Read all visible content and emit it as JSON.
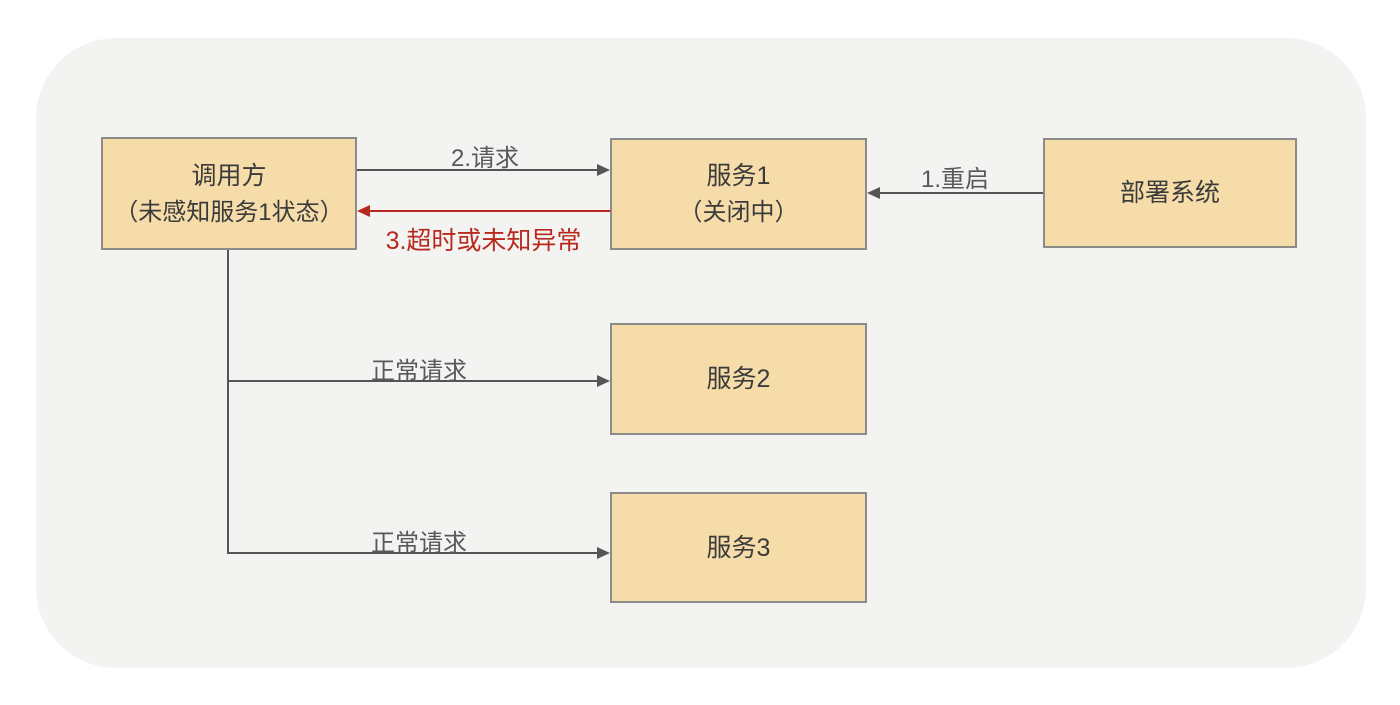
{
  "colors": {
    "page_bg": "#ffffff",
    "panel_bg": "#f3f3f1",
    "node_fill": "#f5dca9",
    "node_border": "#8b8b89",
    "node_text": "#3b3b3b",
    "arrow": "#555555",
    "arrow_label": "#58585a",
    "error": "#b7281e"
  },
  "nodes": [
    {
      "id": "caller",
      "title": "调用方",
      "subtitle": "（未感知服务1状态）"
    },
    {
      "id": "service1",
      "title": "服务1",
      "subtitle": "（关闭中）"
    },
    {
      "id": "deploy",
      "title": "部署系统",
      "subtitle": ""
    },
    {
      "id": "service2",
      "title": "服务2",
      "subtitle": ""
    },
    {
      "id": "service3",
      "title": "服务3",
      "subtitle": ""
    }
  ],
  "edges": [
    {
      "id": "restart",
      "label": "1.重启",
      "from": "deploy",
      "to": "service1",
      "style": "normal"
    },
    {
      "id": "request",
      "label": "2.请求",
      "from": "caller",
      "to": "service1",
      "style": "normal"
    },
    {
      "id": "timeout",
      "label": "3.超时或未知异常",
      "from": "service1",
      "to": "caller",
      "style": "error"
    },
    {
      "id": "normal-request-2",
      "label": "正常请求",
      "from": "caller",
      "to": "service2",
      "style": "normal"
    },
    {
      "id": "normal-request-3",
      "label": "正常请求",
      "from": "caller",
      "to": "service3",
      "style": "normal"
    }
  ]
}
